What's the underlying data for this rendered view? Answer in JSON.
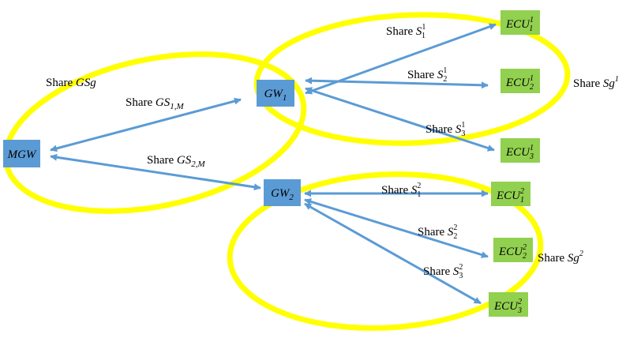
{
  "colors": {
    "ellipse": "#ffff00",
    "gateway_box": "#5b9bd5",
    "ecu_box": "#92d050",
    "arrow": "#5b9bd5",
    "text": "#000000"
  },
  "nodes": {
    "mgw": {
      "base": "MGW",
      "sub": "",
      "sup": ""
    },
    "gw1": {
      "base": "GW",
      "sub": "1",
      "sup": ""
    },
    "gw2": {
      "base": "GW",
      "sub": "2",
      "sup": ""
    },
    "ecu_1_1": {
      "base": "ECU",
      "sub": "1",
      "sup": "1"
    },
    "ecu_1_2": {
      "base": "ECU",
      "sub": "2",
      "sup": "1"
    },
    "ecu_1_3": {
      "base": "ECU",
      "sub": "3",
      "sup": "1"
    },
    "ecu_2_1": {
      "base": "ECU",
      "sub": "1",
      "sup": "2"
    },
    "ecu_2_2": {
      "base": "ECU",
      "sub": "2",
      "sup": "2"
    },
    "ecu_2_3": {
      "base": "ECU",
      "sub": "3",
      "sup": "2"
    }
  },
  "labels": {
    "share_word": "Share",
    "gsg": {
      "base": "GSg",
      "sub": "",
      "sup": ""
    },
    "gs1m": {
      "base": "GS",
      "sub": "1,M",
      "sup": ""
    },
    "gs2m": {
      "base": "GS",
      "sub": "2,M",
      "sup": ""
    },
    "s11": {
      "base": "S",
      "sub": "1",
      "sup": "1"
    },
    "s21": {
      "base": "S",
      "sub": "2",
      "sup": "1"
    },
    "s31": {
      "base": "S",
      "sub": "3",
      "sup": "1"
    },
    "s12": {
      "base": "S",
      "sub": "1",
      "sup": "2"
    },
    "s22": {
      "base": "S",
      "sub": "2",
      "sup": "2"
    },
    "s32": {
      "base": "S",
      "sub": "3",
      "sup": "2"
    },
    "sg1": {
      "base": "Sg",
      "sub": "",
      "sup": "1"
    },
    "sg2": {
      "base": "Sg",
      "sub": "",
      "sup": "2"
    }
  }
}
